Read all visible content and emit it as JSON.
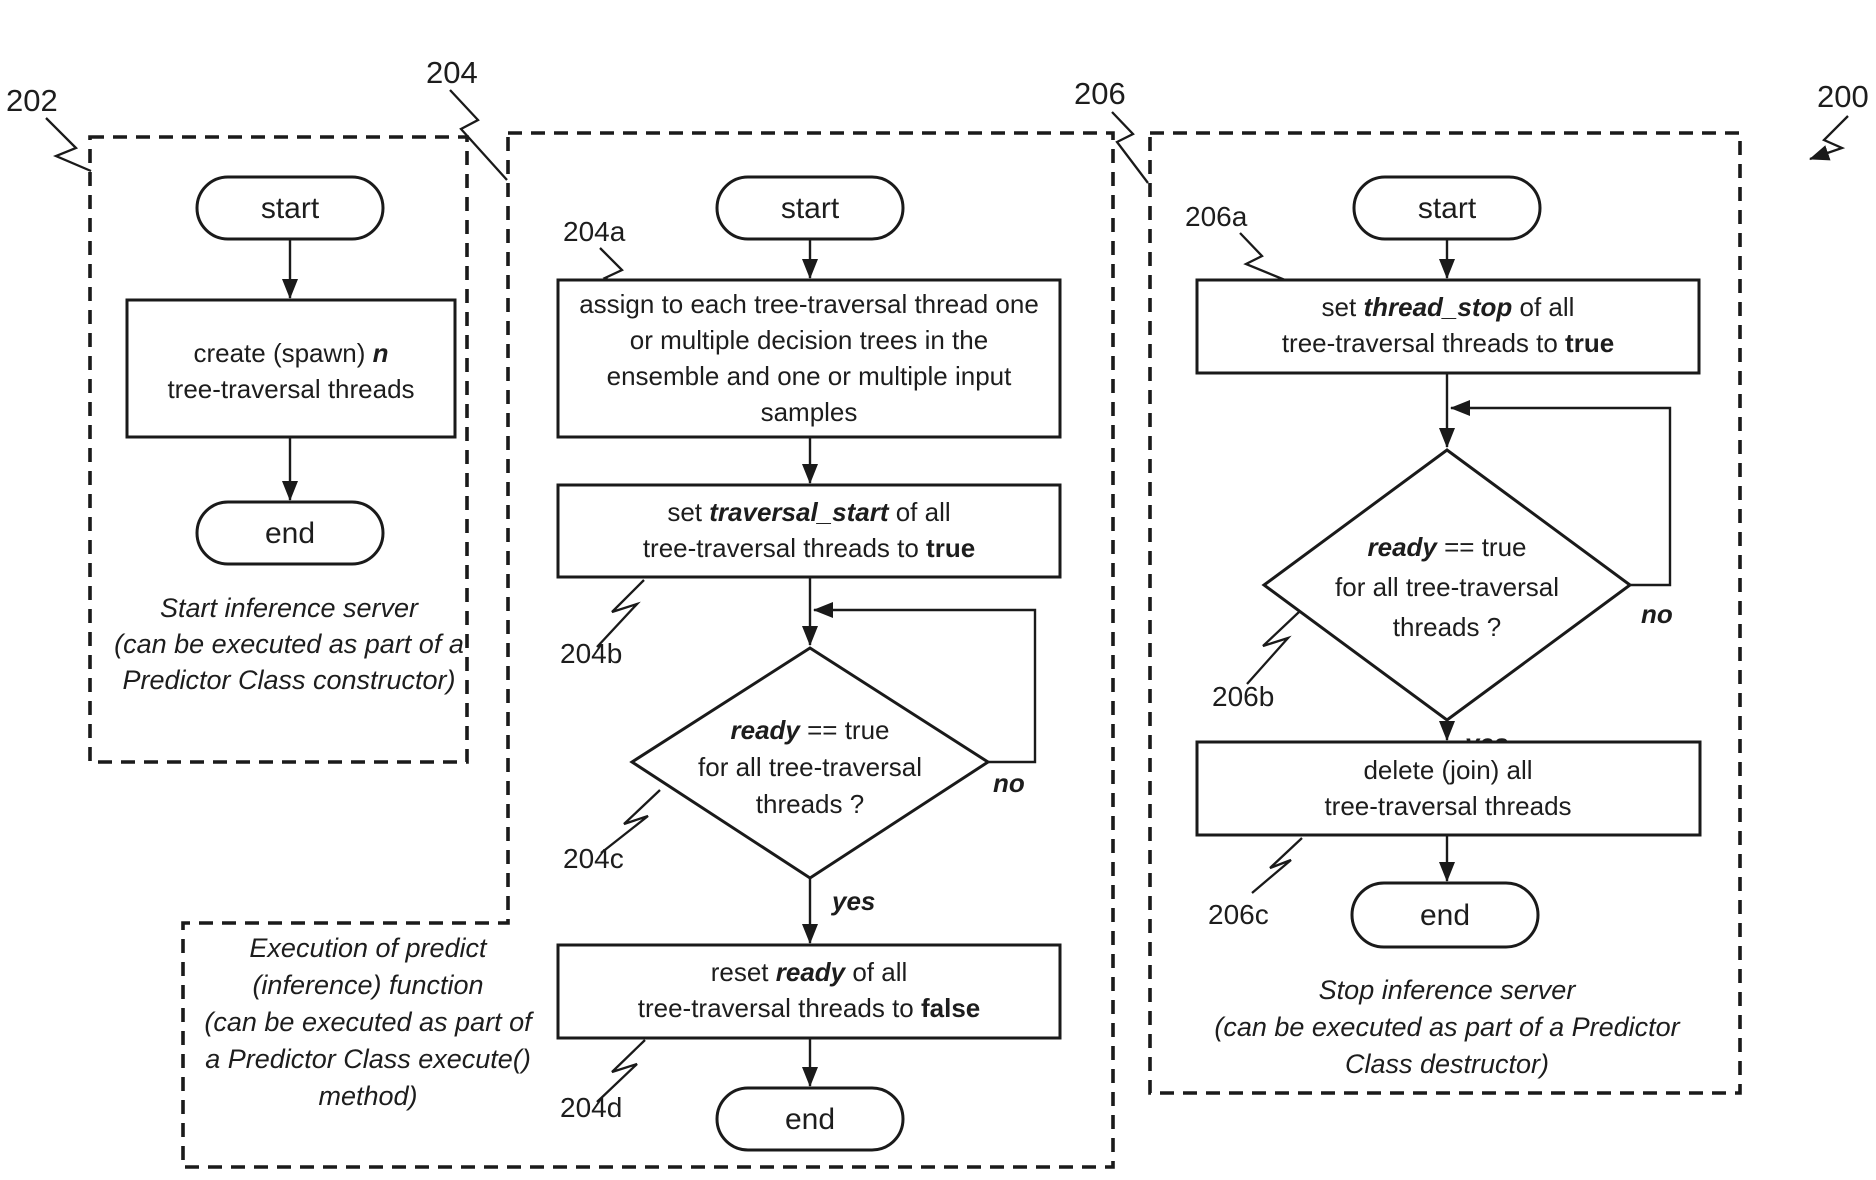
{
  "figure_ref": "200",
  "ref_labels": {
    "p202": "202",
    "p204": "204",
    "p206": "206"
  },
  "step_labels": {
    "a204a": "204a",
    "a204b": "204b",
    "a204c": "204c",
    "a204d": "204d",
    "a206a": "206a",
    "a206b": "206b",
    "a206c": "206c"
  },
  "terminals": {
    "start": "start",
    "end": "end"
  },
  "branches": {
    "yes": "yes",
    "no": "no"
  },
  "p202": {
    "box_create": {
      "line1": [
        {
          "t": "create (spawn) "
        },
        {
          "t": "n",
          "bi": true
        }
      ],
      "line2": "tree-traversal threads"
    },
    "caption": [
      "Start inference server",
      "(can be executed as part of a",
      "Predictor Class constructor)"
    ]
  },
  "p204": {
    "box_assign": [
      "assign to each tree-traversal thread one",
      "or multiple decision trees in the",
      "ensemble and one or multiple input",
      "samples"
    ],
    "box_set_start": {
      "line1": [
        {
          "t": "set "
        },
        {
          "t": "traversal_start",
          "bi": true
        },
        {
          "t": " of all"
        }
      ],
      "line2": [
        {
          "t": "tree-traversal threads to "
        },
        {
          "t": "true",
          "b": true
        }
      ]
    },
    "diamond_ready": {
      "line1": [
        {
          "t": "ready",
          "bi": true
        },
        {
          "t": " == true"
        }
      ],
      "line2": "for all tree-traversal",
      "line3": "threads ?"
    },
    "box_reset": {
      "line1": [
        {
          "t": "reset "
        },
        {
          "t": "ready",
          "bi": true
        },
        {
          "t": " of all"
        }
      ],
      "line2": [
        {
          "t": "tree-traversal threads to "
        },
        {
          "t": "false",
          "b": true
        }
      ]
    },
    "caption": [
      "Execution of predict",
      "(inference) function",
      "(can be executed as part of",
      "a Predictor Class execute()",
      "method)"
    ]
  },
  "p206": {
    "box_set_stop": {
      "line1": [
        {
          "t": "set "
        },
        {
          "t": "thread_stop",
          "bi": true
        },
        {
          "t": " of all"
        }
      ],
      "line2": [
        {
          "t": "tree-traversal threads to "
        },
        {
          "t": "true",
          "b": true
        }
      ]
    },
    "diamond_ready": {
      "line1": [
        {
          "t": "ready",
          "bi": true
        },
        {
          "t": " == true"
        }
      ],
      "line2": "for all tree-traversal",
      "line3": "threads ?"
    },
    "box_delete": [
      "delete (join) all",
      "tree-traversal threads"
    ],
    "caption": [
      "Stop inference server",
      "(can be executed as part of a Predictor",
      "Class destructor)"
    ]
  }
}
